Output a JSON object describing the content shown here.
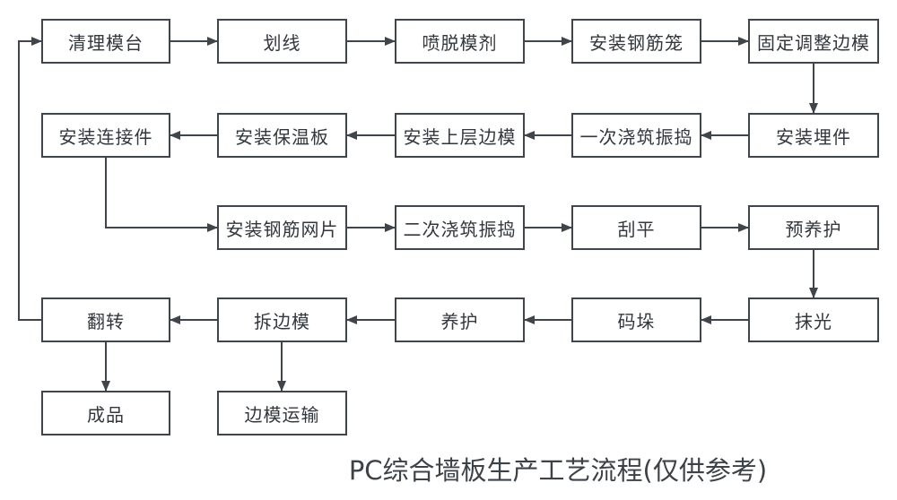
{
  "title": "PC综合墙板生产工艺流程(仅供参考)",
  "colors": {
    "line": "#40454b",
    "box_border": "#40454b",
    "box_background": "#ffffff",
    "box_text": "#33373d",
    "title_text": "#3d4247",
    "page_background": "#ffffff"
  },
  "nodes": [
    {
      "id": "clean-mold-table",
      "label": "清理模台"
    },
    {
      "id": "marking",
      "label": "划线"
    },
    {
      "id": "spray-release-agent",
      "label": "喷脱模剂"
    },
    {
      "id": "install-rebar-cage",
      "label": "安装钢筋笼"
    },
    {
      "id": "fix-adjust-side-mold",
      "label": "固定调整边模"
    },
    {
      "id": "install-embedded-parts",
      "label": "安装埋件"
    },
    {
      "id": "first-pour-vibrate",
      "label": "一次浇筑振捣"
    },
    {
      "id": "install-upper-side-mold",
      "label": "安装上层边模"
    },
    {
      "id": "install-insulation-board",
      "label": "安装保温板"
    },
    {
      "id": "install-connectors",
      "label": "安装连接件"
    },
    {
      "id": "install-rebar-mesh",
      "label": "安装钢筋网片"
    },
    {
      "id": "second-pour-vibrate",
      "label": "二次浇筑振捣"
    },
    {
      "id": "screed",
      "label": "刮平"
    },
    {
      "id": "pre-curing",
      "label": "预养护"
    },
    {
      "id": "smoothing",
      "label": "抹光"
    },
    {
      "id": "stacking",
      "label": "码垛"
    },
    {
      "id": "curing",
      "label": "养护"
    },
    {
      "id": "remove-side-mold",
      "label": "拆边模"
    },
    {
      "id": "flip",
      "label": "翻转"
    },
    {
      "id": "finished-product",
      "label": "成品"
    },
    {
      "id": "side-mold-transport",
      "label": "边模运输"
    }
  ],
  "edges": [
    {
      "from": "clean-mold-table",
      "to": "marking"
    },
    {
      "from": "marking",
      "to": "spray-release-agent"
    },
    {
      "from": "spray-release-agent",
      "to": "install-rebar-cage"
    },
    {
      "from": "install-rebar-cage",
      "to": "fix-adjust-side-mold"
    },
    {
      "from": "fix-adjust-side-mold",
      "to": "install-embedded-parts"
    },
    {
      "from": "install-embedded-parts",
      "to": "first-pour-vibrate"
    },
    {
      "from": "first-pour-vibrate",
      "to": "install-upper-side-mold"
    },
    {
      "from": "install-upper-side-mold",
      "to": "install-insulation-board"
    },
    {
      "from": "install-insulation-board",
      "to": "install-connectors"
    },
    {
      "from": "install-connectors",
      "to": "install-rebar-mesh"
    },
    {
      "from": "install-rebar-mesh",
      "to": "second-pour-vibrate"
    },
    {
      "from": "second-pour-vibrate",
      "to": "screed"
    },
    {
      "from": "screed",
      "to": "pre-curing"
    },
    {
      "from": "pre-curing",
      "to": "smoothing"
    },
    {
      "from": "smoothing",
      "to": "stacking"
    },
    {
      "from": "stacking",
      "to": "curing"
    },
    {
      "from": "curing",
      "to": "remove-side-mold"
    },
    {
      "from": "remove-side-mold",
      "to": "flip"
    },
    {
      "from": "flip",
      "to": "clean-mold-table"
    },
    {
      "from": "flip",
      "to": "finished-product"
    },
    {
      "from": "remove-side-mold",
      "to": "side-mold-transport"
    }
  ]
}
